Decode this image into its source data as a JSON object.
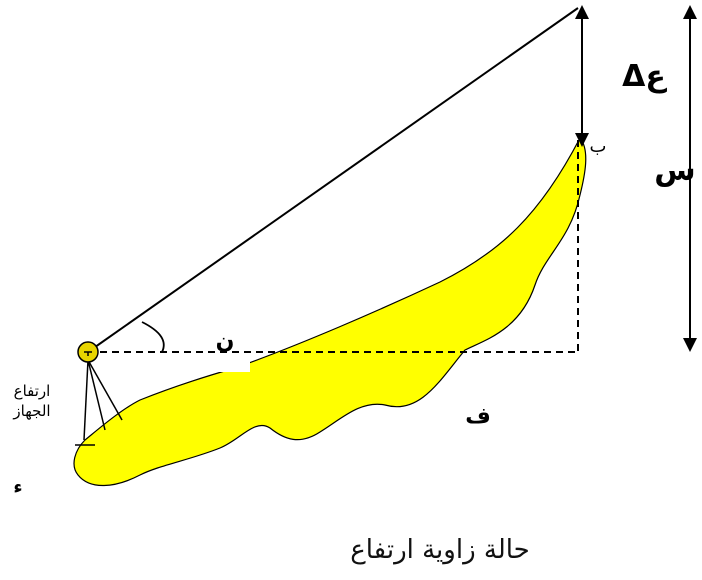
{
  "labels": {
    "delta_h": "Δع",
    "vertical": "س",
    "point_b": "ب",
    "angle": "ن",
    "horizontal": "ف",
    "instrument_height_line1": "ارتفاع",
    "instrument_height_line2": "الجهاز",
    "point_a": "ء"
  },
  "caption": "حالة زاوية ارتفاع",
  "colors": {
    "terrain": "#ffff00",
    "terrain_edge": "#000000",
    "instrument": "#e8d500"
  }
}
